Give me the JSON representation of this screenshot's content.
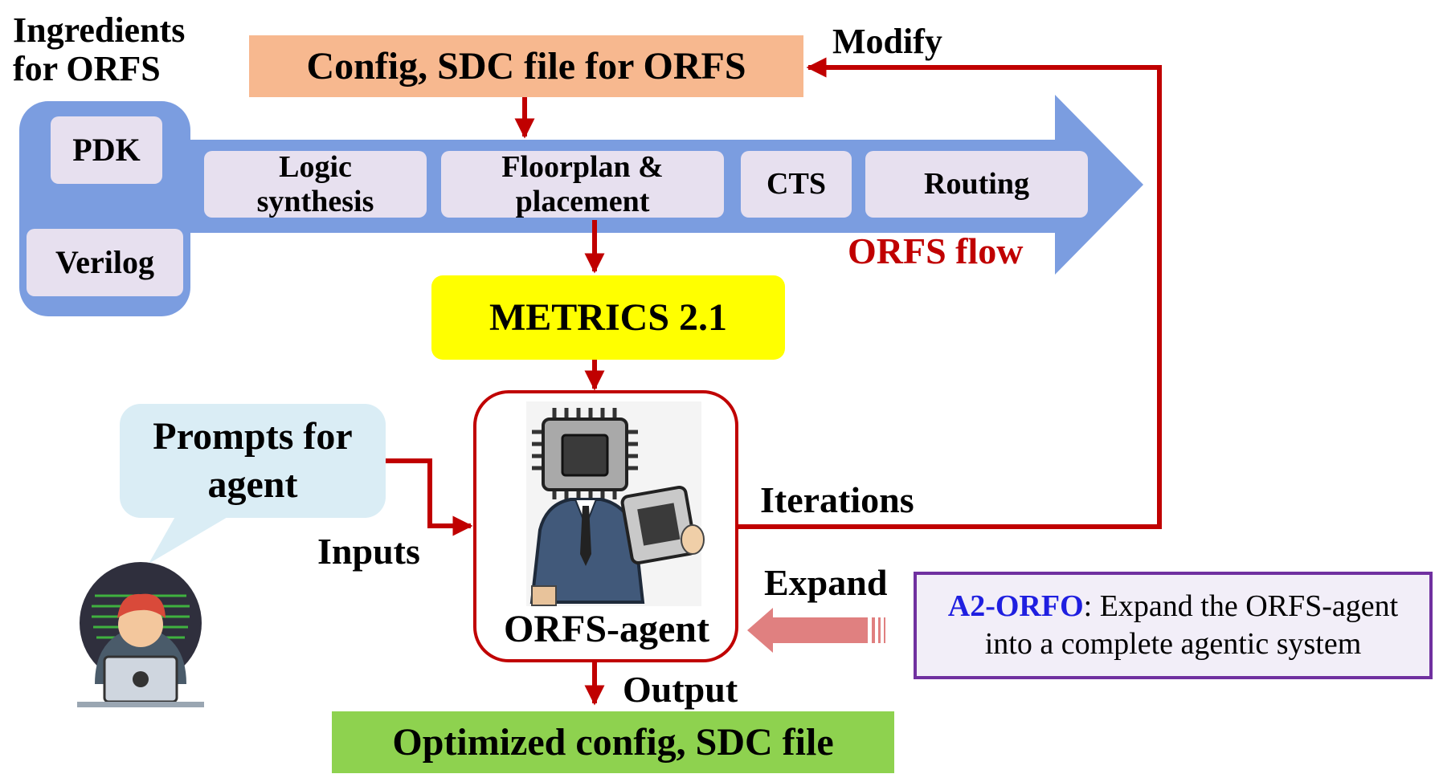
{
  "ingredients": {
    "title": "Ingredients\nfor ORFS",
    "items": [
      "PDK",
      "Verilog"
    ]
  },
  "config_box": {
    "label": "Config, SDC file for ORFS"
  },
  "modify_label": "Modify",
  "flow": {
    "steps": [
      "Logic\nsynthesis",
      "Floorplan &\nplacement",
      "CTS",
      "Routing"
    ],
    "label": "ORFS flow"
  },
  "metrics": {
    "label": "METRICS 2.1"
  },
  "prompts": {
    "label": "Prompts for\nagent"
  },
  "inputs_label": "Inputs",
  "agent": {
    "label": "ORFS-agent"
  },
  "iterations_label": "Iterations",
  "expand_label": "Expand",
  "a2orfo": {
    "name": "A2-ORFO",
    "desc_1": ": Expand the ORFS-agent",
    "desc_2": "into a complete agentic system"
  },
  "output_label": "Output",
  "optimized": {
    "label": "Optimized config, SDC file"
  },
  "colors": {
    "flow_blue": "#7b9de0",
    "step_fill": "#e7e0ef",
    "config_orange": "#f7b88f",
    "metrics_yellow": "#ffff00",
    "output_green": "#8ed24f",
    "arrow_red": "#c00000",
    "prompt_bubble": "#daedf5",
    "a2orfo_purple": "#7030a0",
    "a2orfo_blue": "#1f1fe0",
    "expand_arrow_pink": "#e08080"
  },
  "icons": [
    "robot-agent-icon",
    "chip-icon",
    "hacker-user-icon",
    "speech-bubble-icon"
  ]
}
